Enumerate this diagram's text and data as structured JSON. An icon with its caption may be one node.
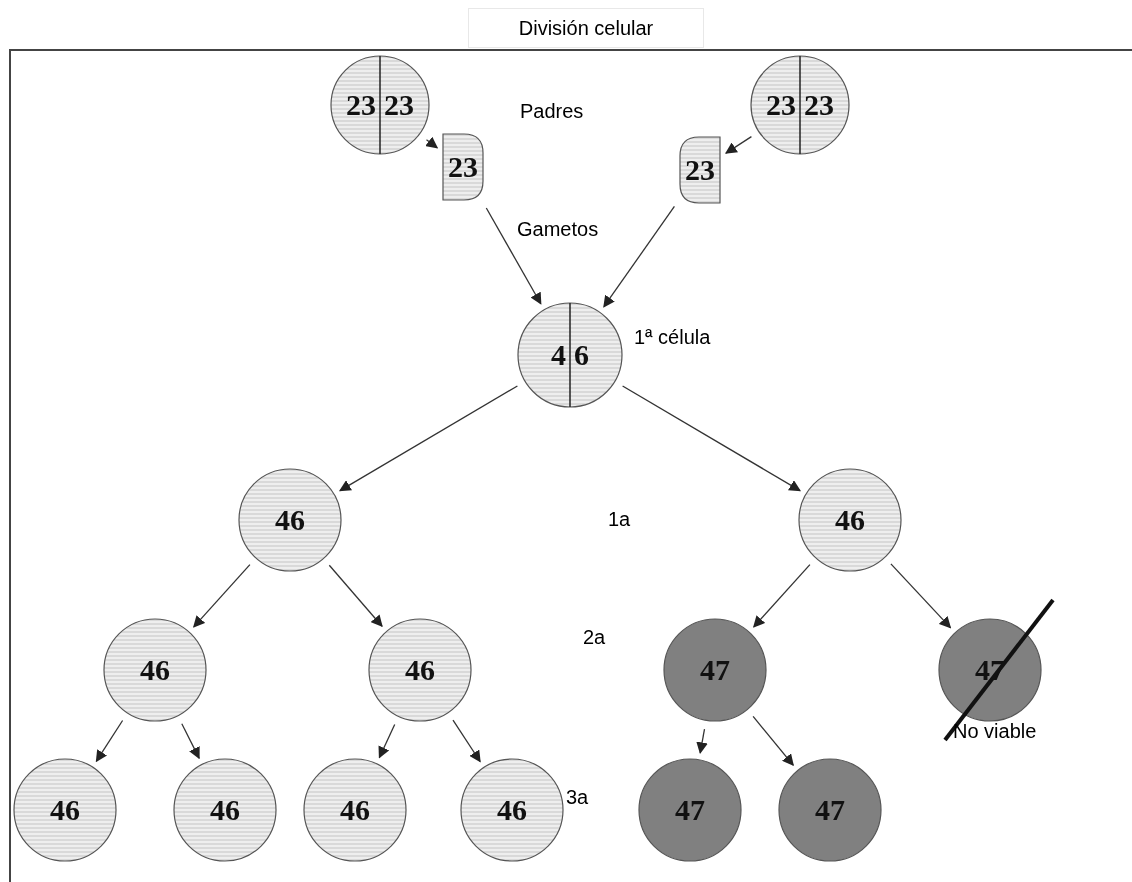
{
  "diagram": {
    "title": "División celular",
    "nodes": [
      {
        "text": [
          "23",
          "23"
        ]
      },
      {
        "text": [
          "23",
          "23"
        ]
      },
      {
        "text": [
          "23"
        ]
      },
      {
        "text": [
          "23"
        ]
      },
      {
        "text": [
          "4",
          "6"
        ]
      },
      {
        "text": [
          "46"
        ]
      },
      {
        "text": [
          "46"
        ]
      },
      {
        "text": [
          "46"
        ]
      },
      {
        "text": [
          "46"
        ]
      },
      {
        "text": [
          "47"
        ]
      },
      {
        "text": [
          "47"
        ],
        "beside": [
          "No viable"
        ]
      },
      {
        "text": [
          "46"
        ]
      },
      {
        "text": [
          "46"
        ]
      },
      {
        "text": [
          "46"
        ]
      },
      {
        "text": [
          "46"
        ]
      },
      {
        "text": [
          "47"
        ]
      },
      {
        "text": [
          "47"
        ]
      }
    ],
    "edges": [
      {
        "from": 0,
        "to": 2,
        "arrow": "to"
      },
      {
        "from": 1,
        "to": 3,
        "arrow": "to"
      },
      {
        "from": 2,
        "to": 4,
        "arrow": "to"
      },
      {
        "from": 3,
        "to": 4,
        "arrow": "to"
      },
      {
        "from": 4,
        "to": 5,
        "arrow": "to"
      },
      {
        "from": 4,
        "to": 6,
        "arrow": "to"
      },
      {
        "from": 5,
        "to": 7,
        "arrow": "to"
      },
      {
        "from": 5,
        "to": 8,
        "arrow": "to"
      },
      {
        "from": 6,
        "to": 9,
        "arrow": "to"
      },
      {
        "from": 6,
        "to": 10,
        "arrow": "to"
      },
      {
        "from": 7,
        "to": 11,
        "arrow": "to"
      },
      {
        "from": 7,
        "to": 12,
        "arrow": "to"
      },
      {
        "from": 8,
        "to": 13,
        "arrow": "to"
      },
      {
        "from": 8,
        "to": 14,
        "arrow": "to"
      },
      {
        "from": 9,
        "to": 15,
        "arrow": "to"
      },
      {
        "from": 9,
        "to": 16,
        "arrow": "to"
      }
    ],
    "labels": [
      "Padres",
      "Gametos",
      "1ª célula",
      "1a",
      "2a",
      "3a"
    ]
  }
}
